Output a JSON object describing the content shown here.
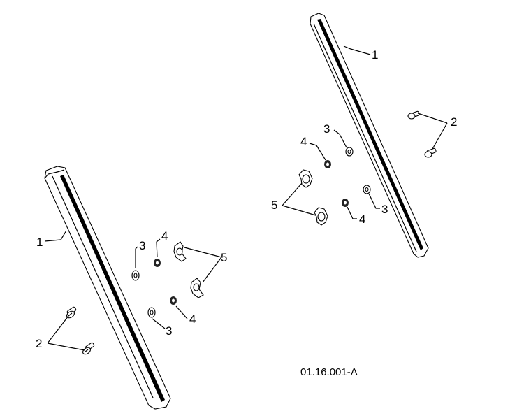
{
  "diagram": {
    "drawing_code": "01.16.001-A",
    "callouts": {
      "rail": "1",
      "screw": "2",
      "washer": "3",
      "nut": "4",
      "wing_nut": "5"
    }
  }
}
